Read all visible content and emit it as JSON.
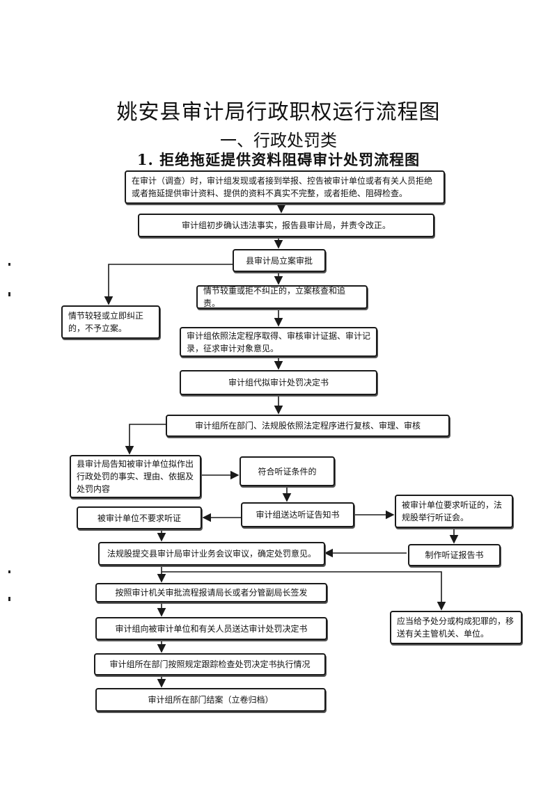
{
  "header": {
    "main_title": "姚安县审计局行政职权运行流程图",
    "sub_title": "一、行政处罚类",
    "section_title": "1. 拒绝拖延提供资料阻碍审计处罚流程图"
  },
  "nodes": {
    "n1": "在审计（调查）时，审计组发现或者接到举报、控告被审计单位或者有关人员拒绝或者拖延提供审计资料、提供的资料不真实不完整，或者拒绝、阻碍检查。",
    "n2": "审计组初步确认违法事实，报告县审计局，并责令改正。",
    "n3": "县审计局立案审批",
    "n4": "情节较重或拒不纠正的，立案核查和追责。",
    "n5": "情节较轻或立即纠正的，不予立案。",
    "n6": "审计组依照法定程序取得、审核审计证据、审计记录，征求审计对象意见。",
    "n7": "审计组代拟审计处罚决定书",
    "n8": "审计组所在部门、法规股依照法定程序进行复核、审理、审核",
    "n9": "县审计局告知被审计单位拟作出行政处罚的事实、理由、依据及处罚内容",
    "n10": "符合听证条件的",
    "n11": "审计组送达听证告知书",
    "n12": "被审计单位要求听证的，法规股举行听证会。",
    "n13": "被审计单位不要求听证",
    "n14": "法规股提交县审计局审计业务会议审议，确定处罚意见。",
    "n15": "制作听证报告书",
    "n16": "按照审计机关审批流程报请局长或者分管副局长签发",
    "n17": "审计组向被审计单位和有关人员送达审计处罚决定书",
    "n18": "应当给予处分或构成犯罪的，移送有关主管机关、单位。",
    "n19": "审计组所在部门按照规定跟踪检查处罚决定书执行情况",
    "n20": "审计组所在部门结案（立卷归档）"
  },
  "colors": {
    "line": "#1a1a1a",
    "background": "#ffffff"
  }
}
